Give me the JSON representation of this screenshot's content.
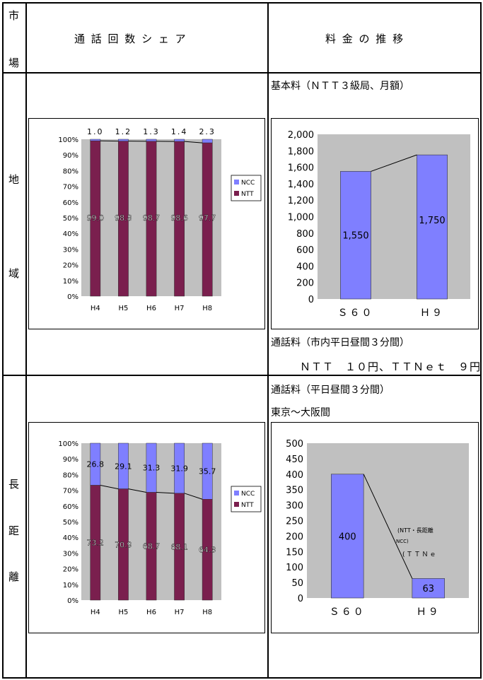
{
  "table": {
    "header_market": [
      "市",
      "場"
    ],
    "header_share": "通 話 回 数 シ ェ ア",
    "header_price": "料 金 の 推 移",
    "row_local": [
      "地",
      "域"
    ],
    "row_long": [
      "長",
      "距",
      "離"
    ]
  },
  "local": {
    "basic_fee_label": "基本料（ＮＴＴ３級局、月額）",
    "call_fee_label": "通話料（市内平日昼間３分間）",
    "call_fee_value": "ＮＴＴ　１０円、ＴＴＮｅｔ　９円"
  },
  "longdist": {
    "call_fee_label": "通話料（平日昼間３分間）",
    "route_label": "東京～大阪間"
  },
  "chart_data": [
    {
      "type": "bar",
      "stacked": true,
      "percent": true,
      "categories": [
        "H4",
        "H5",
        "H6",
        "H7",
        "H8"
      ],
      "series": [
        {
          "name": "NTT",
          "values": [
            99.0,
            98.8,
            98.7,
            98.6,
            97.7
          ],
          "color": "#7a1f4e"
        },
        {
          "name": "NCC",
          "values": [
            1.0,
            1.2,
            1.3,
            1.4,
            2.3
          ],
          "color": "#7f7fff"
        }
      ],
      "top_labels": [
        "1.0",
        "1.2",
        "1.3",
        "1.4",
        "2.3"
      ],
      "inner_labels": [
        "99.0",
        "98.8",
        "98.7",
        "98.6",
        "97.7"
      ],
      "yticks": [
        "0%",
        "10%",
        "20%",
        "30%",
        "40%",
        "50%",
        "60%",
        "70%",
        "80%",
        "90%",
        "100%"
      ],
      "ylim": [
        0,
        100
      ],
      "legend": "right",
      "plot_bg": "#c0c0c0"
    },
    {
      "type": "bar",
      "categories": [
        "Ｓ６０",
        "Ｈ９"
      ],
      "values": [
        1550,
        1750
      ],
      "data_labels": [
        "1,550",
        "1,750"
      ],
      "yticks": [
        "0",
        "200",
        "400",
        "600",
        "800",
        "1,000",
        "1,200",
        "1,400",
        "1,600",
        "1,800",
        "2,000"
      ],
      "ylim": [
        0,
        2000
      ],
      "color": "#7f7fff",
      "plot_bg": "#c0c0c0"
    },
    {
      "type": "bar",
      "stacked": true,
      "percent": true,
      "categories": [
        "H4",
        "H5",
        "H6",
        "H7",
        "H8"
      ],
      "series": [
        {
          "name": "NTT",
          "values": [
            73.2,
            70.9,
            68.7,
            68.1,
            64.3
          ],
          "color": "#7a1f4e"
        },
        {
          "name": "NCC",
          "values": [
            26.8,
            29.1,
            31.3,
            31.9,
            35.7
          ],
          "color": "#7f7fff"
        }
      ],
      "ncc_labels": [
        "26.8",
        "29.1",
        "31.3",
        "31.9",
        "35.7"
      ],
      "ntt_labels": [
        "73.2",
        "70.9",
        "68.7",
        "68.1",
        "64.3"
      ],
      "yticks": [
        "0%",
        "10%",
        "20%",
        "30%",
        "40%",
        "50%",
        "60%",
        "70%",
        "80%",
        "90%",
        "100%"
      ],
      "ylim": [
        0,
        100
      ],
      "legend": "right",
      "plot_bg": "#c0c0c0"
    },
    {
      "type": "bar",
      "categories": [
        "Ｓ６０",
        "Ｈ９"
      ],
      "values": [
        400,
        63
      ],
      "data_labels": [
        "400",
        "63"
      ],
      "annotation_lines": [
        "(NTT・長距離",
        "NCC)",
        "(ＴＴＮｅ"
      ],
      "yticks": [
        "0",
        "50",
        "100",
        "150",
        "200",
        "250",
        "300",
        "350",
        "400",
        "450",
        "500"
      ],
      "ylim": [
        0,
        500
      ],
      "color": "#7f7fff",
      "plot_bg": "#c0c0c0"
    }
  ]
}
